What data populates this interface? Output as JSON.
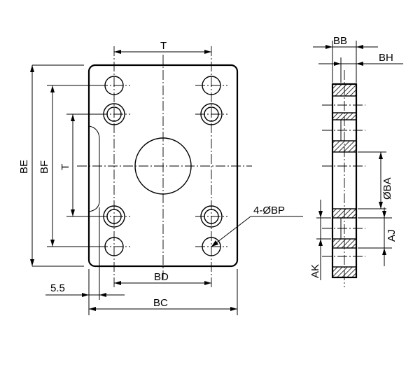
{
  "labels": {
    "t_top": "T",
    "t_left": "T",
    "be": "BE",
    "bf": "BF",
    "bd": "BD",
    "bc": "BC",
    "offset": "5.5",
    "holes": "4-ØBP",
    "bb": "BB",
    "bh": "BH",
    "ba": "ØBA",
    "aj": "AJ",
    "ak": "AK"
  }
}
